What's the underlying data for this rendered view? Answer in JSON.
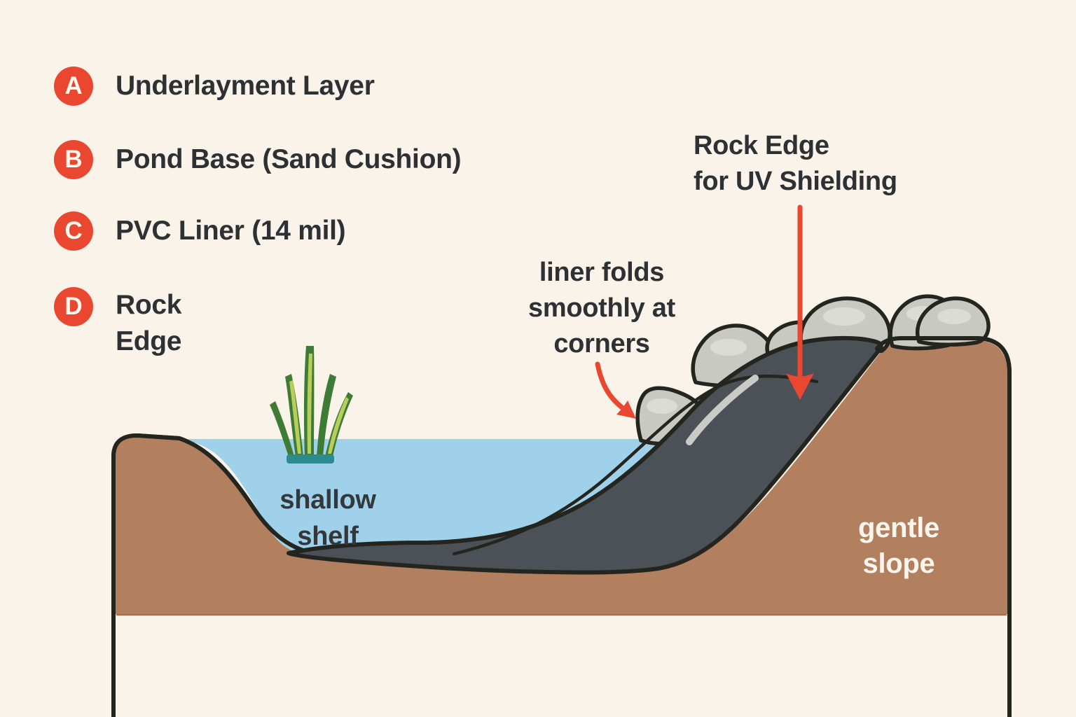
{
  "legend": {
    "items": [
      {
        "letter": "A",
        "label": "Underlayment Layer"
      },
      {
        "letter": "B",
        "label": "Pond Base (Sand Cushion)"
      },
      {
        "letter": "C",
        "label": "PVC Liner (14 mil)"
      },
      {
        "letter": "D",
        "label": "Rock\nEdge"
      }
    ]
  },
  "annotations": {
    "rock_edge_callout": "Rock Edge\nfor UV Shielding",
    "liner_folds_callout": "liner folds\nsmoothly at\ncorners",
    "shallow_shelf_label": "shallow\nshelf",
    "gentle_slope_label": "gentle\nslope"
  },
  "colors": {
    "background": "#f9f3e9",
    "accent_red": "#e9472f",
    "text_dark": "#2e3134",
    "text_light": "#faf6ee",
    "water_blue": "#9fd1ea",
    "earth_brown": "#b2805f",
    "soil_edge": "#9e7253",
    "liner_gray": "#4b5157",
    "rock_gray": "#c9c9c4",
    "rock_highlight": "#dcdcd6",
    "outline_dark": "#24251f",
    "grass_dark": "#3e7c35",
    "grass_light": "#b9cd5b",
    "grass_base": "#2d8a8e"
  }
}
